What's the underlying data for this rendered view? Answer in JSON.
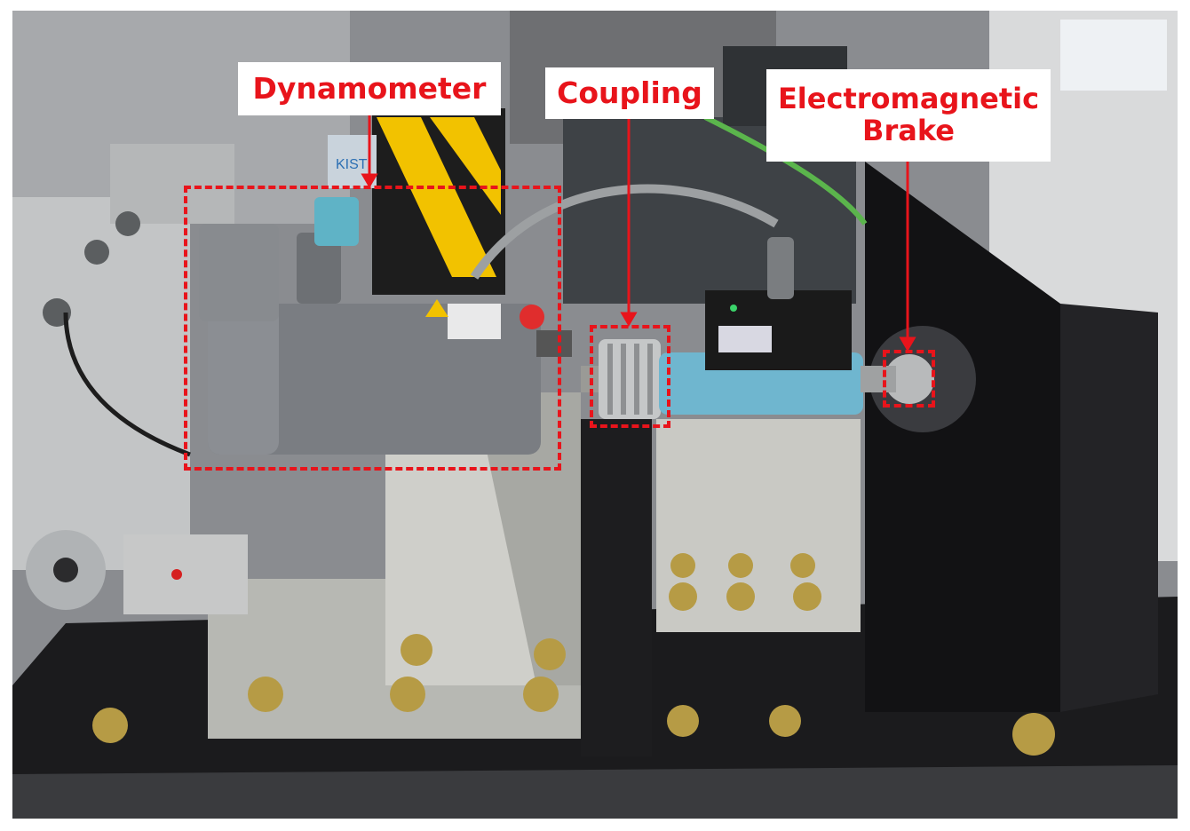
{
  "labels": {
    "dynamometer": "Dynamometer",
    "coupling": "Coupling",
    "brake": "Electromagnetic\nBrake"
  },
  "decals": {
    "kist": "KIST"
  },
  "colors": {
    "annotation_red": "#e8141b",
    "label_background": "#ffffff",
    "motor_gray": "#7a7d82",
    "plate_black": "#1a1a1c",
    "sensor_blue": "#6fb6cf",
    "steel": "#b9b9b5"
  }
}
